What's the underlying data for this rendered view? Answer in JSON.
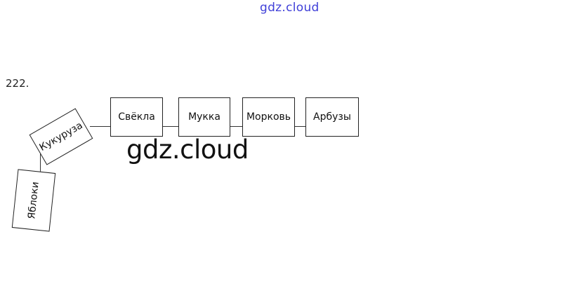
{
  "watermark_top": "gdz.cloud",
  "watermark_mid": "gdz.cloud",
  "problem_number": "222.",
  "diagram": {
    "nodes": [
      {
        "id": "svekla",
        "label": "Свёкла"
      },
      {
        "id": "mukka",
        "label": "Мукка"
      },
      {
        "id": "morkov",
        "label": "Морковь"
      },
      {
        "id": "arbuzy",
        "label": "Арбузы"
      },
      {
        "id": "kukuruza",
        "label": "Кукуруза"
      },
      {
        "id": "yabloki",
        "label": "Яблоки"
      }
    ]
  }
}
